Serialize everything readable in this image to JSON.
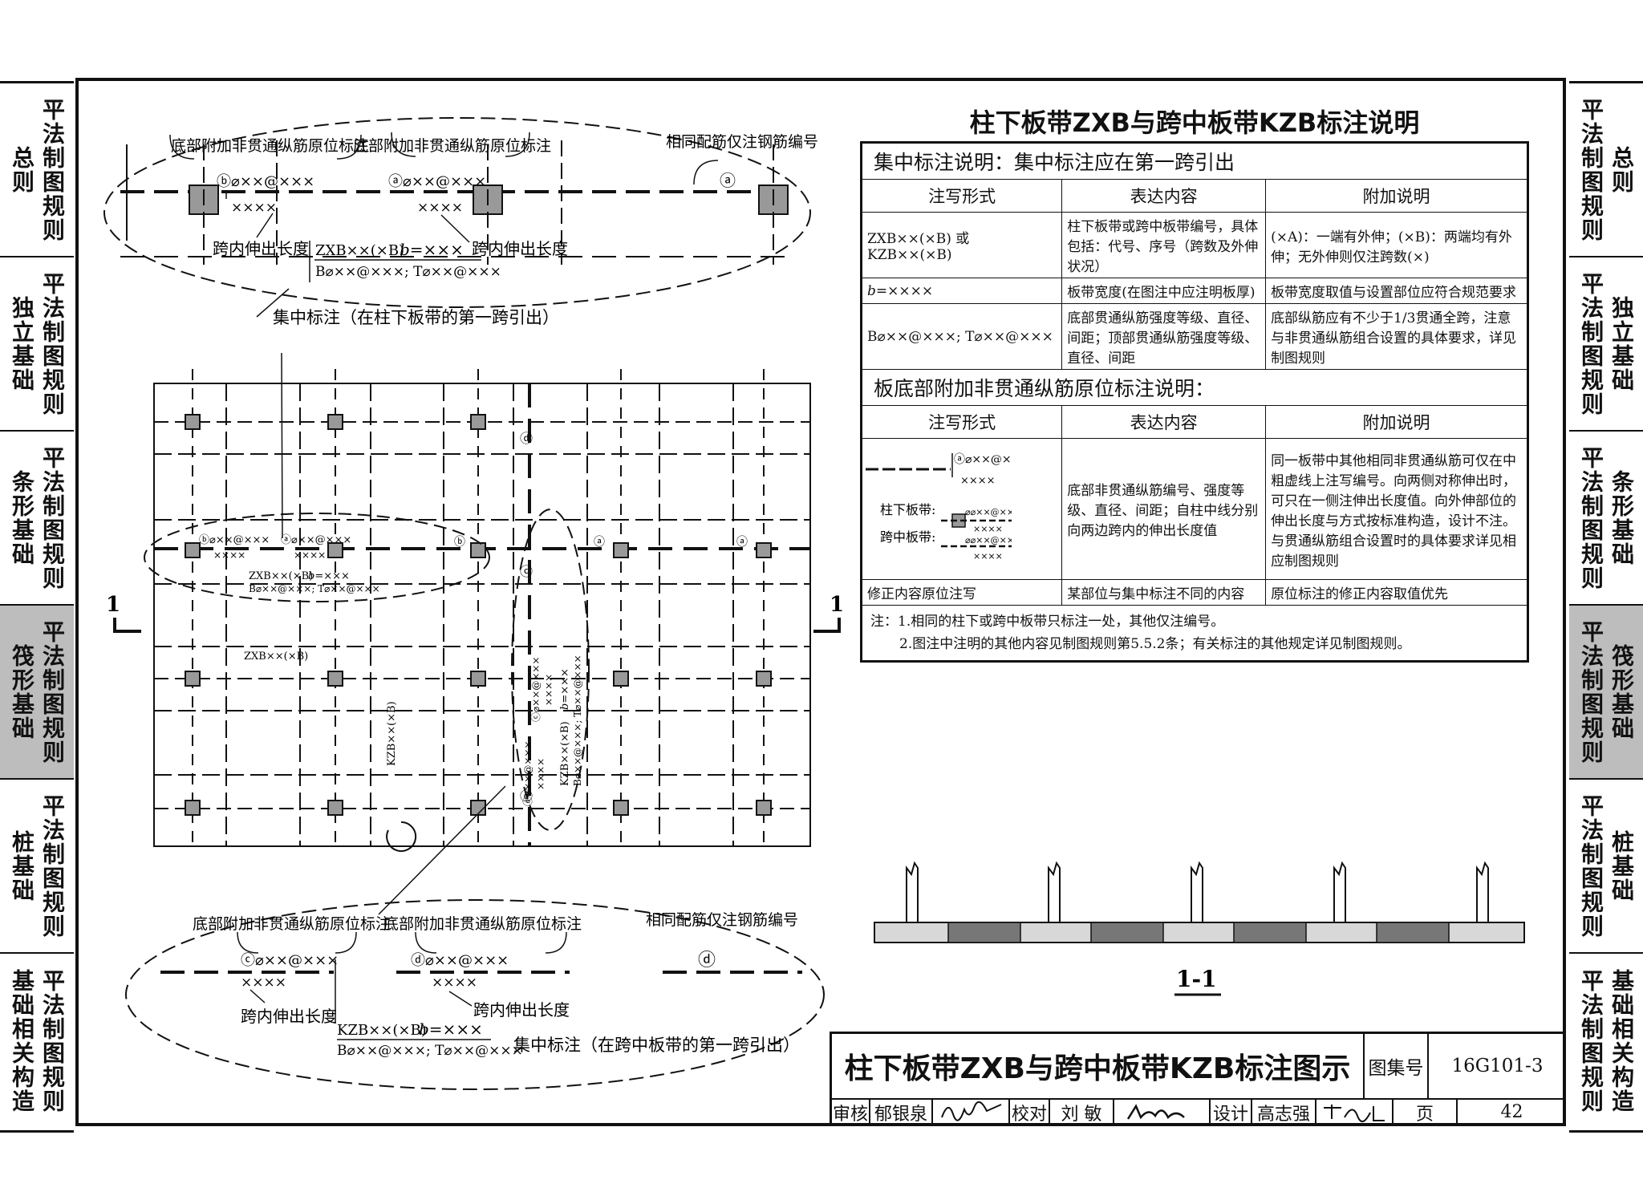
{
  "sidebar_left": [
    {
      "col1": "总则",
      "col2": "平法制图规则"
    },
    {
      "col1": "独立基础",
      "col2": "平法制图规则"
    },
    {
      "col1": "条形基础",
      "col2": "平法制图规则"
    },
    {
      "col1": "筏形基础",
      "col2": "平法制图规则",
      "active": true
    },
    {
      "col1": "桩基础",
      "col2": "平法制图规则"
    },
    {
      "col1": "基础相关构造",
      "col2": "平法制图规则"
    }
  ],
  "sidebar_right": [
    {
      "col1": "平法制图规则",
      "col2": "总则"
    },
    {
      "col1": "平法制图规则",
      "col2": "独立基础"
    },
    {
      "col1": "平法制图规则",
      "col2": "条形基础"
    },
    {
      "col1": "平法制图规则",
      "col2": "筏形基础",
      "active": true
    },
    {
      "col1": "平法制图规则",
      "col2": "桩基础"
    },
    {
      "col1": "平法制图规则",
      "col2": "基础相关构造"
    }
  ],
  "description": {
    "title": "柱下板带ZXB与跨中板带KZB标注说明",
    "section1": "集中标注说明：集中标注应在第一跨引出",
    "headers": [
      "注写形式",
      "表达内容",
      "附加说明"
    ],
    "rows1": [
      {
        "form": "ZXB××(×B) 或 KZB××(×B)",
        "content": "柱下板带或跨中板带编号，具体包括：代号、序号（跨数及外伸状况）",
        "note": "(×A)：一端有外伸；(×B)：两端均有外伸；无外伸则仅注跨数(×)"
      },
      {
        "form": "b=××××",
        "content": "板带宽度(在图注中应注明板厚)",
        "note": "板带宽度取值与设置部位应符合规范要求"
      },
      {
        "form": "B⌀××@×××; T⌀××@×××",
        "content": "底部贯通纵筋强度等级、直径、间距；顶部贯通纵筋强度等级、直径、间距",
        "note": "底部纵筋应有不少于1/3贯通全跨，注意与非贯通纵筋组合设置的具体要求，详见制图规则"
      }
    ],
    "section2": "板底部附加非贯通纵筋原位标注说明：",
    "row2_form": {
      "rebar": "ⓐ⌀××@×××",
      "len": "××××",
      "zxb": "柱下板带:",
      "kzb": "跨中板带:",
      "small1": "⌀⌀××@×××",
      "small2": "××××",
      "small3": "⌀⌀××@×××",
      "small4": "××××"
    },
    "row2_content": "底部非贯通纵筋编号、强度等级、直径、间距；自柱中线分别向两边跨内的伸出长度值",
    "row2_note": "同一板带中其他相同非贯通纵筋可仅在中粗虚线上注写编号。向两侧对称伸出时，可只在一侧注伸出长度值。向外伸部位的伸出长度与方式按标准构造，设计不注。与贯通纵筋组合设置时的具体要求详见相应制图规则",
    "row3": {
      "form": "修正内容原位注写",
      "content": "某部位与集中标注不同的内容",
      "note": "原位标注的修正内容取值优先"
    },
    "notes": [
      "注：1.相同的柱下或跨中板带只标注一处，其他仅注编号。",
      "2.图注中注明的其他内容见制图规则第5.5.2条；有关标注的其他规定详见制图规则。"
    ]
  },
  "drawing": {
    "top_detail": {
      "label_left": "底部附加非贯通纵筋原位标注",
      "label_mid": "底部附加非贯通纵筋原位标注",
      "label_right": "相同配筋仅注钢筋编号",
      "rebar_b": "ⓑ⌀××@×××",
      "rebar_a": "ⓐ⌀××@×××",
      "tag_a": "ⓐ",
      "len1": "××××",
      "len2": "××××",
      "ext_left": "跨内伸出长度",
      "ext_right": "跨内伸出长度",
      "code": "ZXB××(×B)",
      "width": "b=×××",
      "rebars": "B⌀××@×××; T⌀××@×××",
      "callout": "集中标注（在柱下板带的第一跨引出）"
    },
    "plan": {
      "section_mark": "1",
      "tag_b1": "ⓑ⌀××@×××",
      "tag_a1": "ⓐ⌀××@×××",
      "len_s1": "××××",
      "len_s2": "××××",
      "tag_b2": "ⓑ",
      "tag_a2": "ⓐ",
      "tag_a3": "ⓐ",
      "tag_d1": "ⓓ",
      "tag_c1": "ⓒ",
      "tag_d2": "ⓓ",
      "zxb_code": "ZXB××(×B)",
      "zxb_w": "b=×××",
      "zxb_rebars": "B⌀××@×××; T⌀××@×××",
      "zxb_code2": "ZXB××(×B)",
      "kzb_code": "KZB××(×B)",
      "kzb_v_code": "KZB××(×B)",
      "kzb_v_w": "b=×××",
      "kzb_v_rebars": "B⌀××@×××; T⌀××@×××",
      "v_tag_c": "ⓒ⌀××@×××",
      "v_len_c": "××××",
      "v_tag_d": "ⓓ⌀××@×××",
      "v_len_d": "××××"
    },
    "bottom_detail": {
      "label_left": "底部附加非贯通纵筋原位标注",
      "label_mid": "底部附加非贯通纵筋原位标注",
      "label_right": "相同配筋仅注钢筋编号",
      "rebar_c": "ⓒ⌀××@×××",
      "rebar_d": "ⓓ⌀××@×××",
      "tag_d": "ⓓ",
      "len1": "××××",
      "len2": "××××",
      "ext_left": "跨内伸出长度",
      "ext_right": "跨内伸出长度",
      "code": "KZB××(×B)",
      "width": "b=×××",
      "rebars": "B⌀××@×××; T⌀××@×××",
      "callout": "集中标注（在跨中板带的第一跨引出）"
    },
    "section_label": "1-1"
  },
  "title_block": {
    "title": "柱下板带ZXB与跨中板带KZB标注图示",
    "atlas_label": "图集号",
    "atlas_no": "16G101-3",
    "review_label": "审核",
    "reviewer": "郁银泉",
    "check_label": "校对",
    "checker": "刘  敏",
    "design_label": "设计",
    "designer": "高志强",
    "page_label": "页",
    "page_no": "42"
  }
}
